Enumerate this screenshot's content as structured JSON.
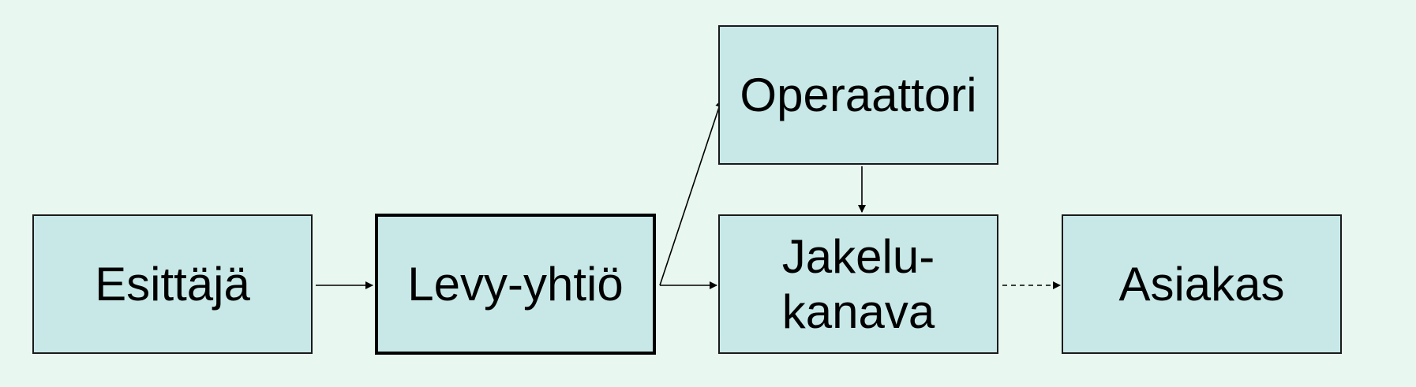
{
  "colors": {
    "background": "#e8f7ef",
    "node_fill": "#c8e8e8",
    "node_border": "#1a1a1a",
    "text": "#000000",
    "edge": "#000000"
  },
  "nodes": {
    "esittaja": {
      "label": "Esittäjä"
    },
    "levy_yhtio": {
      "label": "Levy-yhtiö"
    },
    "operaattori": {
      "label": "Operaattori"
    },
    "jakelukanava": {
      "label": "Jakelu-\nkanava"
    },
    "asiakas": {
      "label": "Asiakas"
    }
  },
  "edges": [
    {
      "from": "esittaja",
      "to": "levy_yhtio",
      "style": "solid"
    },
    {
      "from": "levy_yhtio",
      "to": "operaattori",
      "style": "solid"
    },
    {
      "from": "levy_yhtio",
      "to": "jakelukanava",
      "style": "solid"
    },
    {
      "from": "operaattori",
      "to": "jakelukanava",
      "style": "solid"
    },
    {
      "from": "jakelukanava",
      "to": "asiakas",
      "style": "dashed"
    }
  ]
}
